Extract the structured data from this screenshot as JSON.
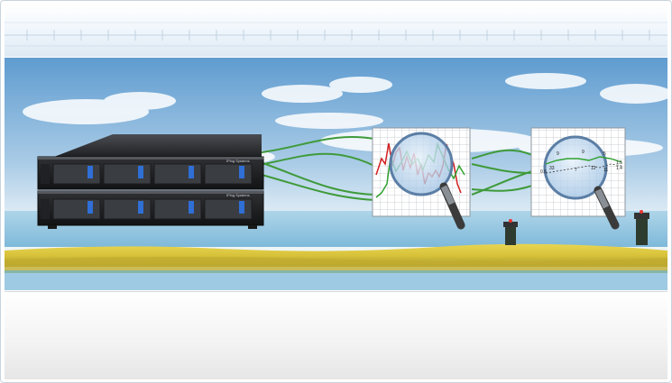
{
  "banner": {
    "server_brand_top": "IPing Systems",
    "server_brand_bottom": "IPing Systems"
  },
  "magnifier_right": {
    "point_labels": [
      "9",
      "9",
      "5",
      "1.5",
      "1.4",
      "0.6",
      "33",
      "12",
      "7",
      "11"
    ]
  },
  "bottom": {
    "caption": ""
  },
  "colors": {
    "sky_top": "#5f9cd0",
    "sky_horizon": "#eaf3f8",
    "grass": "#d8c23a",
    "water": "#8fc4df",
    "cable": "#3f9a3a",
    "trace_red": "#d42020",
    "trace_green": "#2fa12f",
    "lens": "#bcd6ee"
  }
}
